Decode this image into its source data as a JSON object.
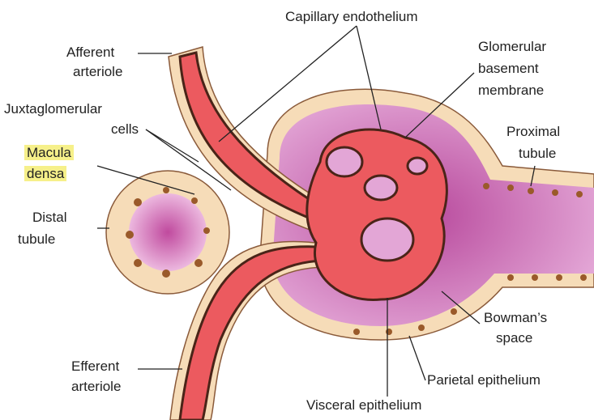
{
  "title": "Renal corpuscle and juxtaglomerular apparatus",
  "labels": {
    "capillary_endothelium": "Capillary endothelium",
    "afferent_1": "Afferent",
    "afferent_2": "arteriole",
    "gbm_1": "Glomerular",
    "gbm_2": "basement",
    "gbm_3": "membrane",
    "jg_1": "Juxtaglomerular",
    "jg_2": "cells",
    "macula_1": "Macula",
    "macula_2": "densa",
    "proximal_1": "Proximal",
    "proximal_2": "tubule",
    "distal_1": "Distal",
    "distal_2": "tubule",
    "bowman_1": "Bowman’s",
    "bowman_2": "space",
    "efferent_1": "Efferent",
    "efferent_2": "arteriole",
    "parietal": "Parietal epithelium",
    "visceral": "Visceral epithelium"
  },
  "colors": {
    "blood": "#ec5a5f",
    "capsule": "#d98bc4",
    "cells": "#f6dcb8",
    "nuclei": "#9a5a2a",
    "membrane": "#4a2418",
    "highlight": "#f6f08a"
  }
}
